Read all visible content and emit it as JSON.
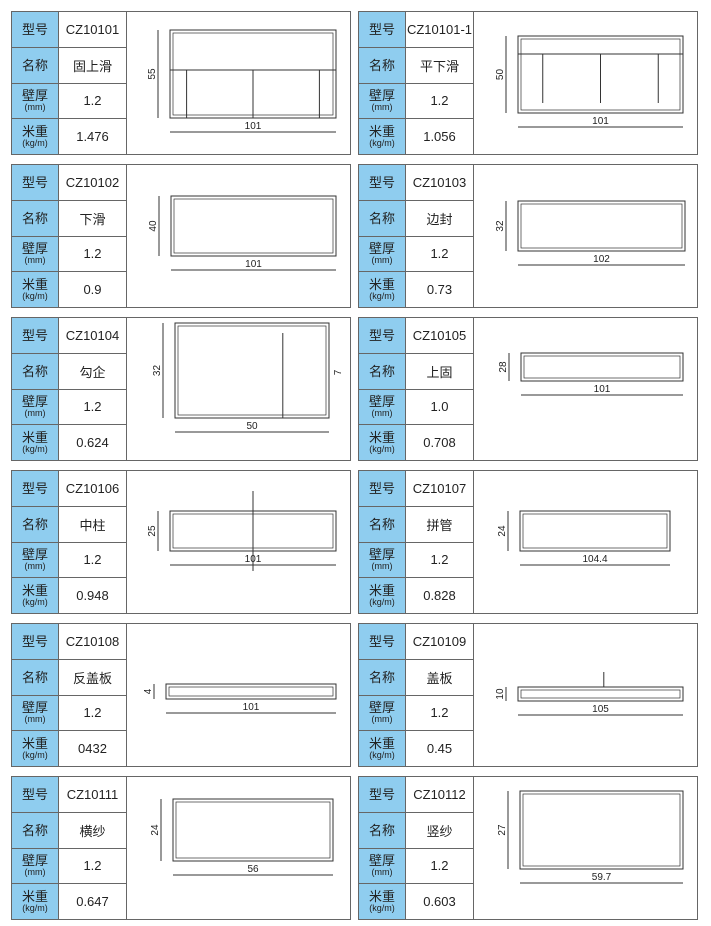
{
  "labels": {
    "model": "型号",
    "name": "名称",
    "wall": "壁厚",
    "wall_unit": "(mm)",
    "weight": "米重",
    "weight_unit": "(kg/m)"
  },
  "cards": [
    {
      "model": "CZ10101",
      "name": "固上滑",
      "wall": "1.2",
      "weight": "1.476",
      "dim_w": "101",
      "dim_h": "55"
    },
    {
      "model": "CZ10101-1",
      "name": "平下滑",
      "wall": "1.2",
      "weight": "1.056",
      "dim_w": "101",
      "dim_h": "50"
    },
    {
      "model": "CZ10102",
      "name": "下滑",
      "wall": "1.2",
      "weight": "0.9",
      "dim_w": "101",
      "dim_h": "40"
    },
    {
      "model": "CZ10103",
      "name": "边封",
      "wall": "1.2",
      "weight": "0.73",
      "dim_w": "102",
      "dim_h": "32"
    },
    {
      "model": "CZ10104",
      "name": "勾企",
      "wall": "1.2",
      "weight": "0.624",
      "dim_w": "50",
      "dim_h": "32",
      "dim_extra": "7"
    },
    {
      "model": "CZ10105",
      "name": "上固",
      "wall": "1.0",
      "weight": "0.708",
      "dim_w": "101",
      "dim_h": "28"
    },
    {
      "model": "CZ10106",
      "name": "中柱",
      "wall": "1.2",
      "weight": "0.948",
      "dim_w": "101",
      "dim_h": "25"
    },
    {
      "model": "CZ10107",
      "name": "拼管",
      "wall": "1.2",
      "weight": "0.828",
      "dim_w": "104.4",
      "dim_h": "24"
    },
    {
      "model": "CZ10108",
      "name": "反盖板",
      "wall": "1.2",
      "weight": "0432",
      "dim_w": "101",
      "dim_h": "4"
    },
    {
      "model": "CZ10109",
      "name": "盖板",
      "wall": "1.2",
      "weight": "0.45",
      "dim_w": "105",
      "dim_h": "10"
    },
    {
      "model": "CZ10111",
      "name": "横纱",
      "wall": "1.2",
      "weight": "0.647",
      "dim_w": "56",
      "dim_h": "24"
    },
    {
      "model": "CZ10112",
      "name": "竖纱",
      "wall": "1.2",
      "weight": "0.603",
      "dim_w": "59.7",
      "dim_h": "27"
    }
  ]
}
